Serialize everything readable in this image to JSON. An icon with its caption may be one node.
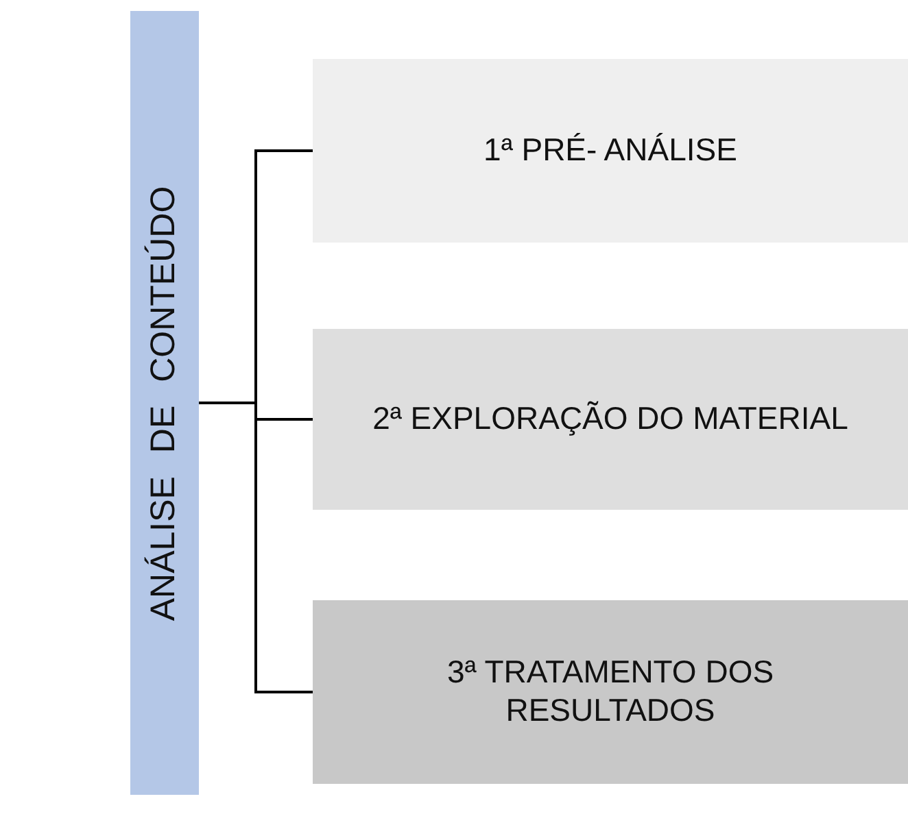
{
  "diagram": {
    "nodes": [
      {
        "text": [
          "ANÁLISE DE CONTEÚDO"
        ]
      },
      {
        "text": [
          "1ª PRÉ- ANÁLISE"
        ]
      },
      {
        "text": [
          "2ª EXPLORAÇÃO DO MATERIAL"
        ]
      },
      {
        "text": [
          "3ª TRATAMENTO DOS RESULTADOS"
        ]
      }
    ],
    "edges": [
      {
        "from": 0,
        "to": 1,
        "arrow": "none"
      },
      {
        "from": 0,
        "to": 2,
        "arrow": "none"
      },
      {
        "from": 0,
        "to": 3,
        "arrow": "none"
      }
    ]
  }
}
